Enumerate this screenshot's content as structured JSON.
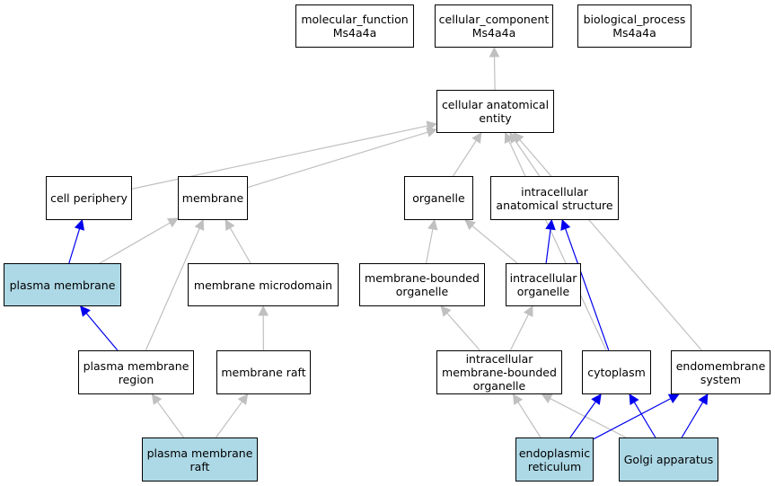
{
  "colors": {
    "highlight": "#add8e6",
    "edge_gray": "#c0c0c0",
    "edge_blue": "#0000ee",
    "border": "#000000"
  },
  "nodes": {
    "molecular_function": {
      "label": "molecular_function\nMs4a4a",
      "highlighted": false
    },
    "cellular_component": {
      "label": "cellular_component\nMs4a4a",
      "highlighted": false
    },
    "biological_process": {
      "label": "biological_process\nMs4a4a",
      "highlighted": false
    },
    "cellular_anatomical_entity": {
      "label": "cellular anatomical\nentity",
      "highlighted": false
    },
    "cell_periphery": {
      "label": "cell periphery",
      "highlighted": false
    },
    "membrane": {
      "label": "membrane",
      "highlighted": false
    },
    "organelle": {
      "label": "organelle",
      "highlighted": false
    },
    "intracellular_anatomical_structure": {
      "label": "intracellular\nanatomical structure",
      "highlighted": false
    },
    "plasma_membrane": {
      "label": "plasma membrane",
      "highlighted": true
    },
    "membrane_microdomain": {
      "label": "membrane microdomain",
      "highlighted": false
    },
    "membrane_bounded_organelle": {
      "label": "membrane-bounded\norganelle",
      "highlighted": false
    },
    "intracellular_organelle": {
      "label": "intracellular\norganelle",
      "highlighted": false
    },
    "plasma_membrane_region": {
      "label": "plasma membrane\nregion",
      "highlighted": false
    },
    "membrane_raft": {
      "label": "membrane raft",
      "highlighted": false
    },
    "intracellular_membrane_bounded_organelle": {
      "label": "intracellular\nmembrane-bounded\norganelle",
      "highlighted": false
    },
    "cytoplasm": {
      "label": "cytoplasm",
      "highlighted": false
    },
    "endomembrane_system": {
      "label": "endomembrane\nsystem",
      "highlighted": false
    },
    "plasma_membrane_raft": {
      "label": "plasma membrane\nraft",
      "highlighted": true
    },
    "endoplasmic_reticulum": {
      "label": "endoplasmic\nreticulum",
      "highlighted": true
    },
    "golgi_apparatus": {
      "label": "Golgi apparatus",
      "highlighted": true
    }
  },
  "edges": [
    {
      "from": "cellular_anatomical_entity",
      "to": "cellular_component",
      "kind": "gray"
    },
    {
      "from": "cell_periphery",
      "to": "cellular_anatomical_entity",
      "kind": "gray"
    },
    {
      "from": "membrane",
      "to": "cellular_anatomical_entity",
      "kind": "gray"
    },
    {
      "from": "organelle",
      "to": "cellular_anatomical_entity",
      "kind": "gray"
    },
    {
      "from": "intracellular_anatomical_structure",
      "to": "cellular_anatomical_entity",
      "kind": "gray"
    },
    {
      "from": "cytoplasm",
      "to": "cellular_anatomical_entity",
      "kind": "gray"
    },
    {
      "from": "endomembrane_system",
      "to": "cellular_anatomical_entity",
      "kind": "gray"
    },
    {
      "from": "plasma_membrane",
      "to": "cell_periphery",
      "kind": "blue"
    },
    {
      "from": "plasma_membrane",
      "to": "membrane",
      "kind": "gray"
    },
    {
      "from": "plasma_membrane_region",
      "to": "membrane",
      "kind": "gray"
    },
    {
      "from": "membrane_microdomain",
      "to": "membrane",
      "kind": "gray"
    },
    {
      "from": "plasma_membrane_region",
      "to": "plasma_membrane",
      "kind": "blue"
    },
    {
      "from": "membrane_raft",
      "to": "membrane_microdomain",
      "kind": "gray"
    },
    {
      "from": "plasma_membrane_raft",
      "to": "plasma_membrane_region",
      "kind": "gray"
    },
    {
      "from": "plasma_membrane_raft",
      "to": "membrane_raft",
      "kind": "gray"
    },
    {
      "from": "membrane_bounded_organelle",
      "to": "organelle",
      "kind": "gray"
    },
    {
      "from": "intracellular_organelle",
      "to": "organelle",
      "kind": "gray"
    },
    {
      "from": "intracellular_organelle",
      "to": "intracellular_anatomical_structure",
      "kind": "blue"
    },
    {
      "from": "cytoplasm",
      "to": "intracellular_anatomical_structure",
      "kind": "blue"
    },
    {
      "from": "intracellular_membrane_bounded_organelle",
      "to": "membrane_bounded_organelle",
      "kind": "gray"
    },
    {
      "from": "intracellular_membrane_bounded_organelle",
      "to": "intracellular_organelle",
      "kind": "gray"
    },
    {
      "from": "endoplasmic_reticulum",
      "to": "intracellular_membrane_bounded_organelle",
      "kind": "gray"
    },
    {
      "from": "golgi_apparatus",
      "to": "intracellular_membrane_bounded_organelle",
      "kind": "gray"
    },
    {
      "from": "endoplasmic_reticulum",
      "to": "cytoplasm",
      "kind": "blue"
    },
    {
      "from": "endoplasmic_reticulum",
      "to": "endomembrane_system",
      "kind": "blue"
    },
    {
      "from": "golgi_apparatus",
      "to": "cytoplasm",
      "kind": "blue"
    },
    {
      "from": "golgi_apparatus",
      "to": "endomembrane_system",
      "kind": "blue"
    }
  ]
}
